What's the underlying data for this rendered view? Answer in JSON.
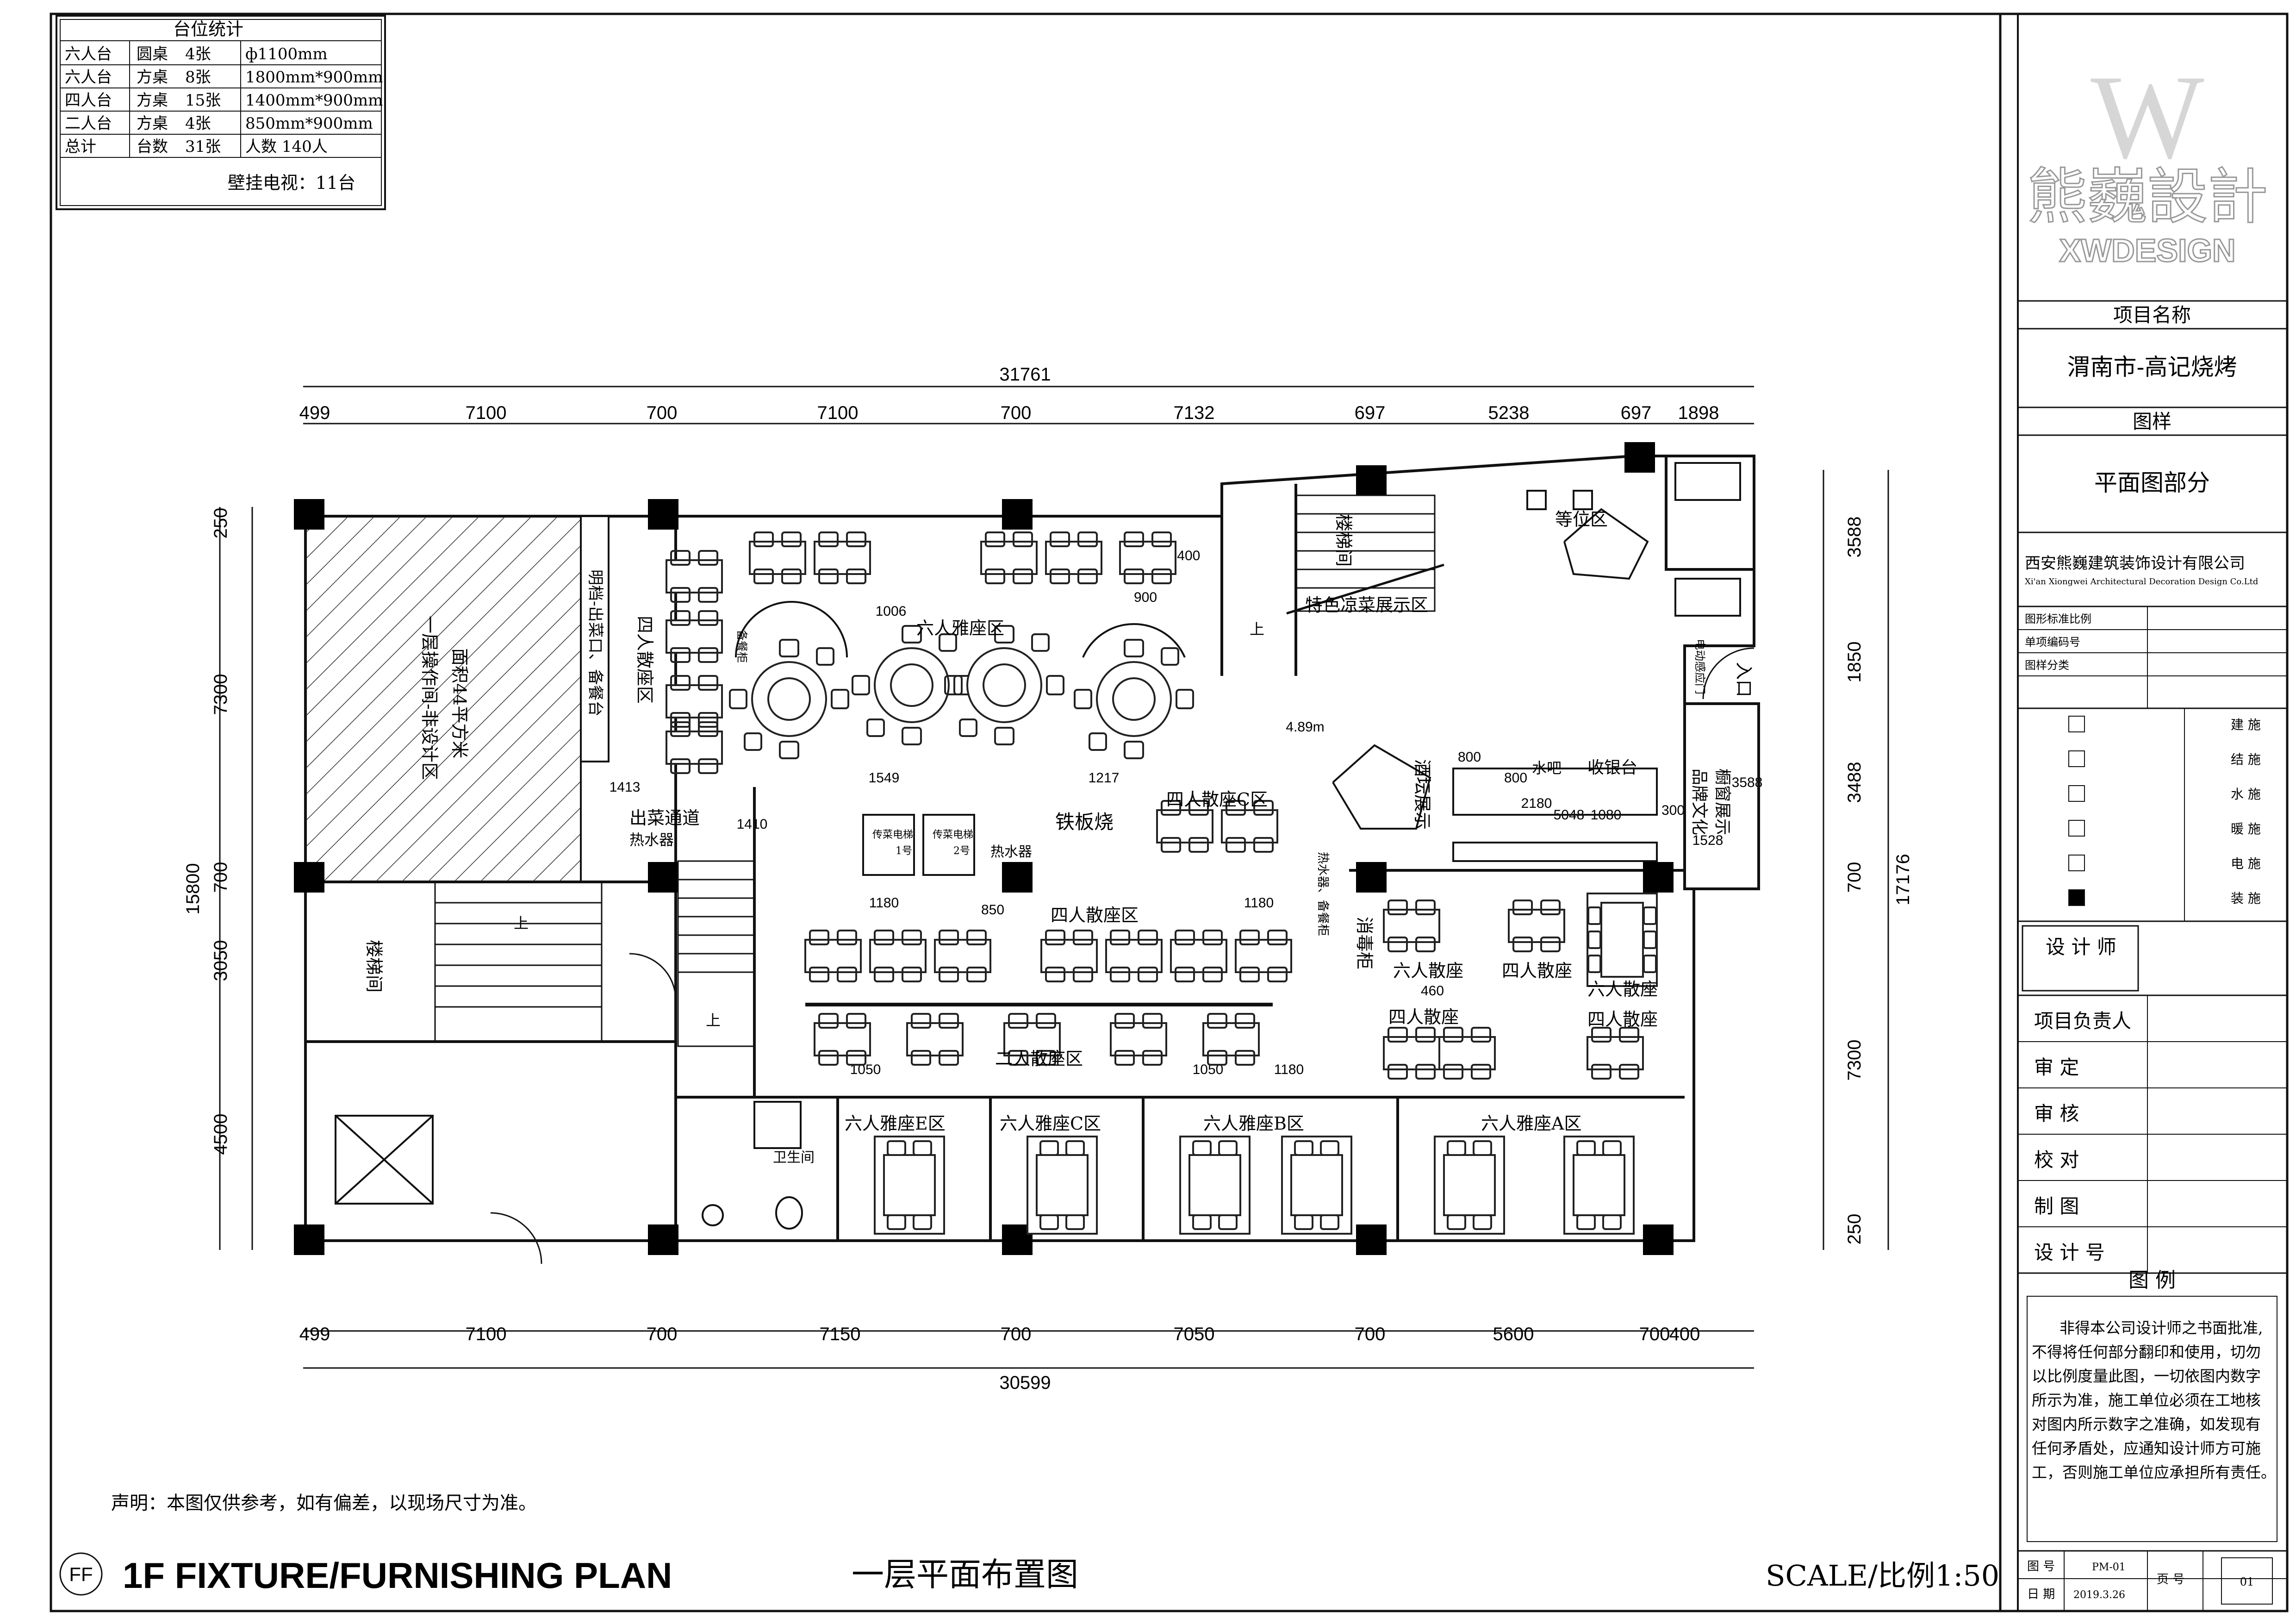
{
  "seat_table": {
    "title": "台位统计",
    "rows": [
      [
        "六人台",
        "圆桌",
        "4张",
        "ф1100mm"
      ],
      [
        "六人台",
        "方桌",
        "8张",
        "1800mm*900mm"
      ],
      [
        "四人台",
        "方桌",
        "15张",
        "1400mm*900mm"
      ],
      [
        "二人台",
        "方桌",
        "4张",
        "850mm*900mm"
      ],
      [
        "总计",
        "台数",
        "31张",
        "人数 140人"
      ]
    ],
    "tv_note": "壁挂电视：11台"
  },
  "dims": {
    "top_total": "31761",
    "top_segments": [
      "499",
      "7100",
      "700",
      "7100",
      "700",
      "7132",
      "697",
      "5238",
      "697",
      "1898"
    ],
    "bottom_total": "30599",
    "bottom_segments": [
      "499",
      "7100",
      "700",
      "7150",
      "700",
      "7050",
      "700",
      "5600",
      "700",
      "400"
    ],
    "left_total": "15800",
    "left_segments": [
      "250",
      "7300",
      "700",
      "3050",
      "4500"
    ],
    "right_total": "17176",
    "right_segments": [
      "3588",
      "1850",
      "3488",
      "700",
      "7300",
      "250"
    ],
    "inner": [
      "1413",
      "1410",
      "1549",
      "1217",
      "1006",
      "1400",
      "900",
      "1180",
      "850",
      "1180",
      "1050",
      "1050",
      "1180",
      "800",
      "800",
      "2180",
      "5048",
      "1080",
      "300",
      "1528",
      "3588",
      "460",
      "4.89m"
    ]
  },
  "rooms": {
    "kitchen": [
      "一层操作间-非设计区",
      "面积44平方米"
    ],
    "pass_window": "明档-出菜口、备餐台",
    "four_seat_left": "四人散座区",
    "six_private": "六人雅座区",
    "serving_passage": "出菜通道",
    "water_heater": "热水器",
    "lift1": [
      "传菜电梯",
      "1号"
    ],
    "lift2": [
      "传菜电梯",
      "2号"
    ],
    "teppan": "铁板烧",
    "four_seat_c": "四人散座C区",
    "four_seat_main": "四人散座区",
    "two_seat": "二人散座区",
    "stair_left": "楼梯间",
    "wc": "卫生间",
    "stair_top": "楼梯间",
    "cold_dish": "特色凉菜展示区",
    "waiting": "等位区",
    "entrance": "入口",
    "auto_door": "电动感应门",
    "wine": "酒坛展示",
    "water_bar": "水吧",
    "cashier": "收银台",
    "brand_wall": [
      "品牌文化",
      "橱窗展示"
    ],
    "disinfect": "消毒柜",
    "six_seat_r1": "六人散座",
    "four_seat_r1": "四人散座",
    "four_seat_r2": "四人散座",
    "six_seat_r2": "六人散座",
    "four_seat_r3": "四人散座",
    "six_e": "六人雅座E区",
    "six_c": "六人雅座C区",
    "six_b": "六人雅座B区",
    "six_a": "六人雅座A区",
    "up": "上",
    "prep": "备餐柜",
    "prep_tall": "热水器、备餐柜"
  },
  "disclaimer": "声明：本图仅供参考，如有偏差，以现场尺寸为准。",
  "plan_title_en": "1F FIXTURE/FURNISHING PLAN",
  "plan_title_cn": "一层平面布置图",
  "plan_mark": "FF",
  "scale": "SCALE/比例1:50",
  "titleblock": {
    "logo_cn": "熊巍設計",
    "logo_en": "XWDESIGN",
    "project_label": "项目名称",
    "project_name": "渭南市-高记烧烤",
    "drawing_label": "图样",
    "drawing_name": "平面图部分",
    "company_cn": "西安熊巍建筑装饰设计有限公司",
    "company_en": "Xi'an Xiongwei Architectural Decoration Design Co.Ltd",
    "rows": [
      "图形标准比例",
      "单项编码号",
      "图样分类"
    ],
    "disciplines": [
      "建 施",
      "结 施",
      "水 施",
      "暖 施",
      "电 施",
      "装 施"
    ],
    "designer": "设 计 师",
    "roles": [
      "项目负责人",
      "审 定",
      "审 核",
      "校 对",
      "制 图",
      "设 计 号"
    ],
    "legend_title": "图 例",
    "legend_text": [
      "非得本公司设计师之书面批准,",
      "不得将任何部分翻印和使用，切勿",
      "以比例度量此图，一切依图内数字",
      "所示为准，施工单位必须在工地核",
      "对图内所示数字之准确，如发现有",
      "任何矛盾处，应通知设计师方可施",
      "工，否则施工单位应承担所有责任。"
    ],
    "drawing_no_label": "图 号",
    "drawing_no": "PM-01",
    "date_label": "日 期",
    "date": "2019.3.26",
    "page_label": "页 号",
    "page": "01"
  }
}
